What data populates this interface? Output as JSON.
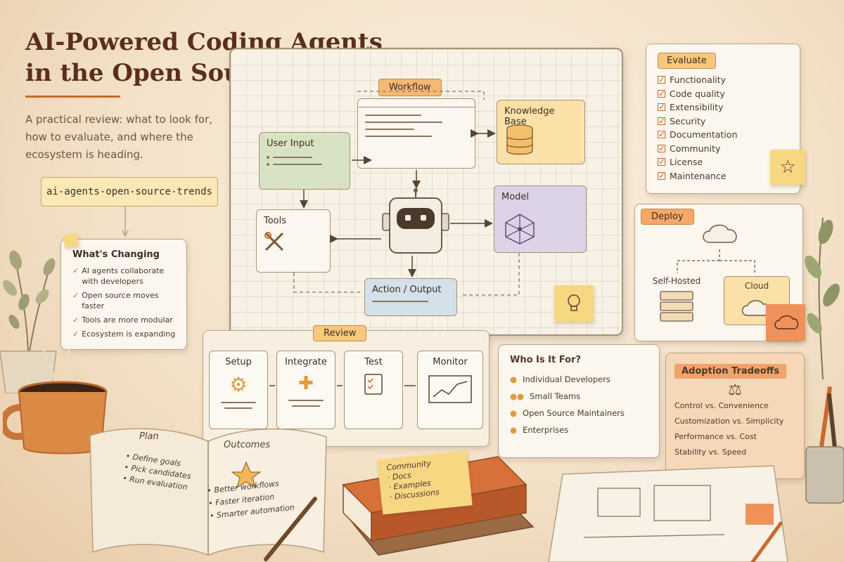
{
  "title_line1": "AI-Powered Coding Agents",
  "title_line2": "in the Open Source Era",
  "subtitle": "A practical review: what to look for, how to evaluate, and where the ecosystem is heading.",
  "repo_tag": "ai-agents-open-source-trends",
  "whats_changing": {
    "title": "What's Changing",
    "items": [
      "AI agents collaborate with developers",
      "Open source moves faster",
      "Tools are more modular",
      "Ecosystem is expanding"
    ]
  },
  "workflow": {
    "label": "Workflow",
    "user_input": "User Input",
    "knowledge_base": "Knowledge Base",
    "tools": "Tools",
    "model": "Model",
    "action_output": "Action / Output"
  },
  "evaluate": {
    "title": "Evaluate",
    "items": [
      "Functionality",
      "Code quality",
      "Extensibility",
      "Security",
      "Documentation",
      "Community",
      "License",
      "Maintenance"
    ]
  },
  "deploy": {
    "title": "Deploy",
    "self_hosted": "Self-Hosted",
    "cloud": "Cloud"
  },
  "review": {
    "label": "Review",
    "steps": [
      "Setup",
      "Integrate",
      "Test",
      "Monitor"
    ]
  },
  "who_for": {
    "title": "Who Is It For?",
    "items": [
      "Individual Developers",
      "Small Teams",
      "Open Source Maintainers",
      "Enterprises"
    ]
  },
  "adoption": {
    "title": "Adoption Tradeoffs",
    "items": [
      "Control vs. Convenience",
      "Customization vs. Simplicity",
      "Performance vs. Cost",
      "Stability vs. Speed"
    ]
  },
  "notebook": {
    "plan_title": "Plan",
    "plan_items": [
      "Define goals",
      "Pick candidates",
      "Run evaluation"
    ],
    "outcomes_title": "Outcomes",
    "outcomes_items": [
      "Better workflows",
      "Faster iteration",
      "Smarter automation"
    ]
  },
  "community_note": {
    "title": "Community",
    "items": [
      "Docs",
      "Examples",
      "Discussions"
    ]
  },
  "colors": {
    "accent": "#c8692e",
    "title": "#5a2e1e",
    "sticky": "#f8d783"
  }
}
